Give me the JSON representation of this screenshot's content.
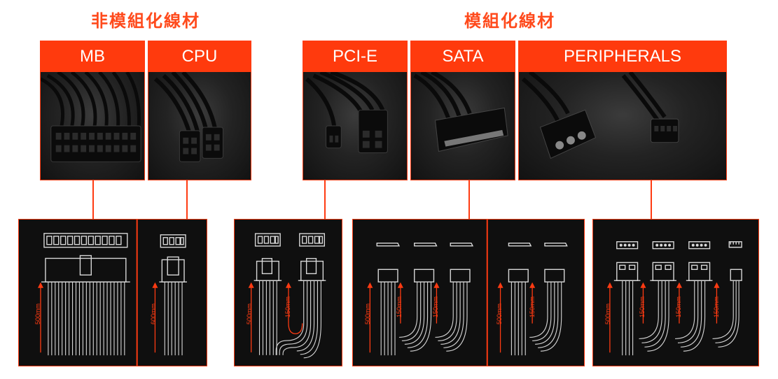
{
  "titles": {
    "non_modular": "非模組化線材",
    "modular": "模組化線材"
  },
  "cards": {
    "mb": "MB",
    "cpu": "CPU",
    "pcie": "PCI-E",
    "sata": "SATA",
    "peripherals": "PERIPHERALS"
  },
  "lengths": {
    "mb": "500mm",
    "cpu": "600mm",
    "pcie_main": "500mm",
    "pcie_branch": "150mm",
    "sata1_main": "500mm",
    "sata1_b1": "150mm",
    "sata1_b2": "150mm",
    "sata2_main": "500mm",
    "sata2_b1": "150mm",
    "per_main": "500mm",
    "per_b1": "150mm",
    "per_b2": "150mm",
    "per_b3": "150mm"
  },
  "colors": {
    "accent": "#ff3b12",
    "panel_bg": "#0f0f0f",
    "line": "#d8d8d8"
  }
}
